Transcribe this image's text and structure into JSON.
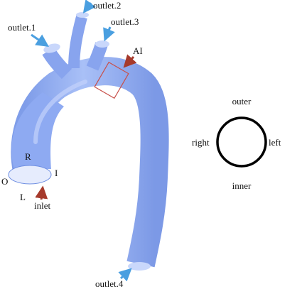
{
  "labels": {
    "outlet1": "outlet.1",
    "outlet2": "outlet.2",
    "outlet3": "outlet.3",
    "outlet4": "outlet.4",
    "ai": "AI",
    "inlet": "inlet",
    "r": "R",
    "i": "I",
    "o": "O",
    "l": "L"
  },
  "orientation": {
    "outer": "outer",
    "inner": "inner",
    "right": "right",
    "left": "left"
  },
  "colors": {
    "vessel": "#8eaaf2",
    "vessel_dark": "#6f8fe2",
    "blue_arrow": "#4a9fe0",
    "red_arrow": "#a63a2c",
    "ai_box": "#c8504a",
    "circle": "#000000"
  }
}
